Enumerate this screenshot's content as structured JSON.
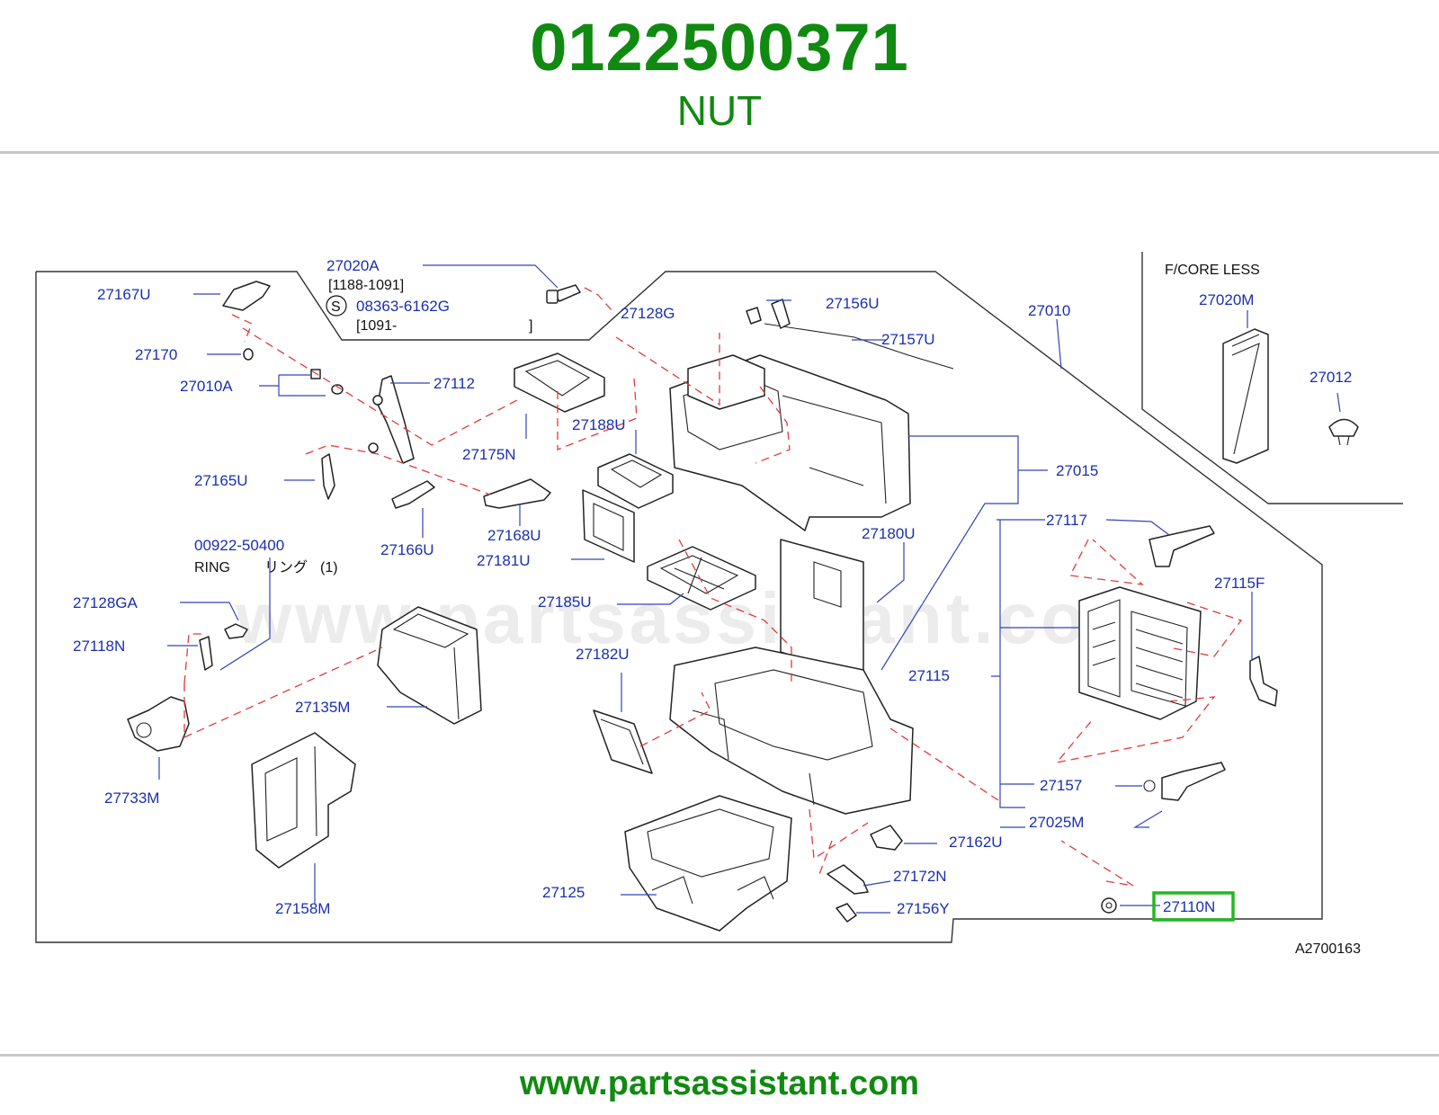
{
  "header": {
    "part_number": "0122500371",
    "part_name": "NUT"
  },
  "footer": {
    "url": "www.partsassistant.com"
  },
  "diagram": {
    "watermark": "www.partsassistant.com",
    "figure_code": "A2700163",
    "highlight_color": "#22b822",
    "inset_title": "F/CORE  LESS",
    "notes": {
      "date_range_1": "[1188-1091]",
      "s_mark": "S",
      "bolt_alt": "08363-6162G",
      "date_range_2": "[1091-",
      "date_range_2_close": "]",
      "ring_en": "RING",
      "ring_jp": "リング",
      "ring_qty": "(1)"
    },
    "labels": {
      "p27020A": "27020A",
      "p27167U": "27167U",
      "p27170": "27170",
      "p27010A": "27010A",
      "p27112": "27112",
      "p27128G": "27128G",
      "p27156U": "27156U",
      "p27157U": "27157U",
      "p27010": "27010",
      "p27020M": "27020M",
      "p27012": "27012",
      "p27175N": "27175N",
      "p27188U": "27188U",
      "p27015": "27015",
      "p27165U": "27165U",
      "p27166U": "27166U",
      "p27168U": "27168U",
      "p27181U": "27181U",
      "p27180U": "27180U",
      "p27117": "27117",
      "p00922_50400": "00922-50400",
      "p27115F": "27115F",
      "p27128GA": "27128GA",
      "p27185U": "27185U",
      "p27118N": "27118N",
      "p27182U": "27182U",
      "p27115": "27115",
      "p27135M": "27135M",
      "p27733M": "27733M",
      "p27157": "27157",
      "p27025M": "27025M",
      "p27162U": "27162U",
      "p27172N": "27172N",
      "p27125": "27125",
      "p27158M": "27158M",
      "p27156Y": "27156Y",
      "p27110N": "27110N"
    }
  }
}
